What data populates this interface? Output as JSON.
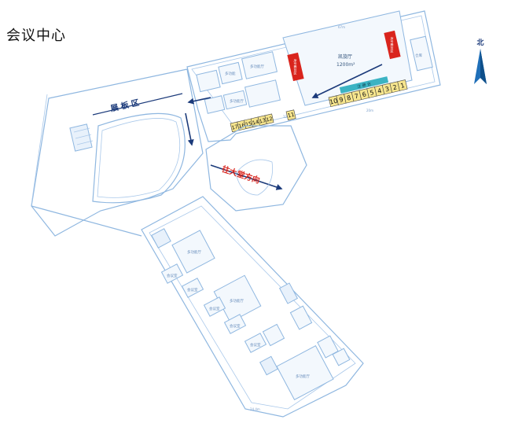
{
  "title": "会议中心",
  "compass": {
    "label": "北"
  },
  "zones": {
    "exhibition": "展 板 区",
    "direction_to_lobby": "往大堂方向"
  },
  "banquet_hall": {
    "name": "凯旋厅",
    "area": "1200m²",
    "stage_left": "序号舞台区",
    "stage_right": "序号舞台区",
    "registration": "注 册 台"
  },
  "booths_row_east": [
    "10",
    "9",
    "8",
    "7",
    "6",
    "5",
    "4",
    "3",
    "2",
    "1"
  ],
  "booths_row_west": [
    "17",
    "16",
    "15",
    "14",
    "13",
    "12"
  ],
  "booth_single": "11",
  "colors": {
    "wall_blue": "#8fb7e0",
    "arrow_navy": "#1b3a7a",
    "booth_yellow": "#f6e58d",
    "stage_red": "#d9241c",
    "registration_teal": "#3bb3c3",
    "direction_red": "#d9241c"
  },
  "icons": [
    "compass-north-icon",
    "arrow-icon"
  ]
}
